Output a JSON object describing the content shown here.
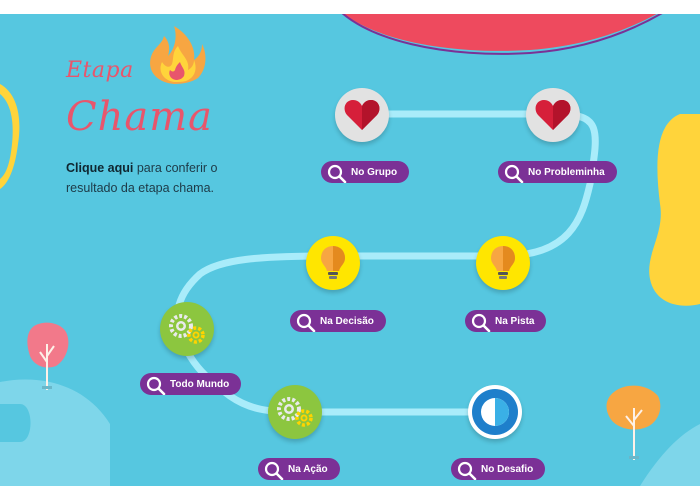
{
  "stage": {
    "title_small": "Etapa",
    "title_big": "Chama",
    "intro_bold": "Clique aqui",
    "intro_rest": " para conferir o resultado da etapa chama."
  },
  "nodes": [
    {
      "id": "grupo",
      "label": "No Grupo",
      "icon": "heart-icon"
    },
    {
      "id": "probleminha",
      "label": "No Probleminha",
      "icon": "heart-icon"
    },
    {
      "id": "pista",
      "label": "Na Pista",
      "icon": "lightbulb-icon"
    },
    {
      "id": "decisao",
      "label": "Na Decisão",
      "icon": "lightbulb-icon"
    },
    {
      "id": "todo-mundo",
      "label": "Todo Mundo",
      "icon": "gears-icon"
    },
    {
      "id": "acao",
      "label": "Na Ação",
      "icon": "gears-icon"
    },
    {
      "id": "desafio",
      "label": "No Desafio",
      "icon": "half-circle-icon"
    }
  ],
  "colors": {
    "background": "#56c7e0",
    "path": "#a9ecfa",
    "pill": "#7b3196",
    "title": "#e8566c",
    "blob_red": "#ee4a5e",
    "blob_yellow": "#ffd43b"
  }
}
